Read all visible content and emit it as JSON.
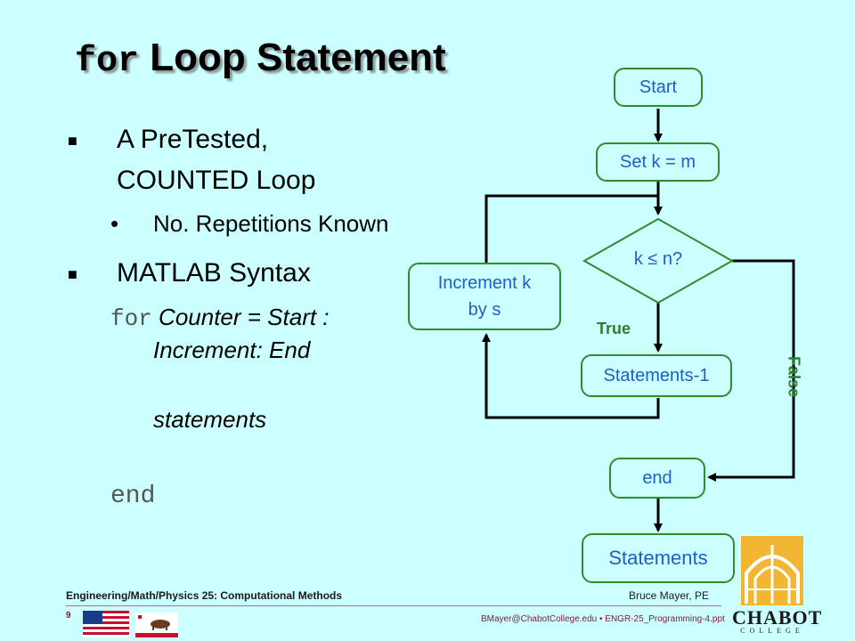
{
  "title": {
    "code_part": "for",
    "text_part": "Loop Statement"
  },
  "content": {
    "bullet1_line1": "A PreTested,",
    "bullet1_line2": "COUNTED Loop",
    "sub_bullet": "No. Repetitions Known",
    "bullet2": "MATLAB Syntax",
    "syntax_kw": "for",
    "syntax_line1": "Counter = Start :",
    "syntax_line2": "Increment: End",
    "syntax_statements": "statements",
    "syntax_end": "end"
  },
  "flowchart": {
    "start": "Start",
    "set": "Set k = m",
    "condition": "k ≤ n?",
    "increment_line1": "Increment k",
    "increment_line2": "by s",
    "true_label": "True",
    "statements1": "Statements-1",
    "false_label": "False",
    "end": "end",
    "statements": "Statements"
  },
  "footer": {
    "course": "Engineering/Math/Physics 25: Computational Methods",
    "author": "Bruce Mayer, PE",
    "page": "9",
    "email_file": "BMayer@ChabotCollege.edu  •  ENGR-25_Programming-4.ppt",
    "logo_text": "CHABOT",
    "logo_sub": "COLLEGE"
  },
  "colors": {
    "background": "#ccffff",
    "box_border": "#2e8b2e",
    "box_text": "#1f5fbf",
    "label_green": "#2e7d2e"
  }
}
